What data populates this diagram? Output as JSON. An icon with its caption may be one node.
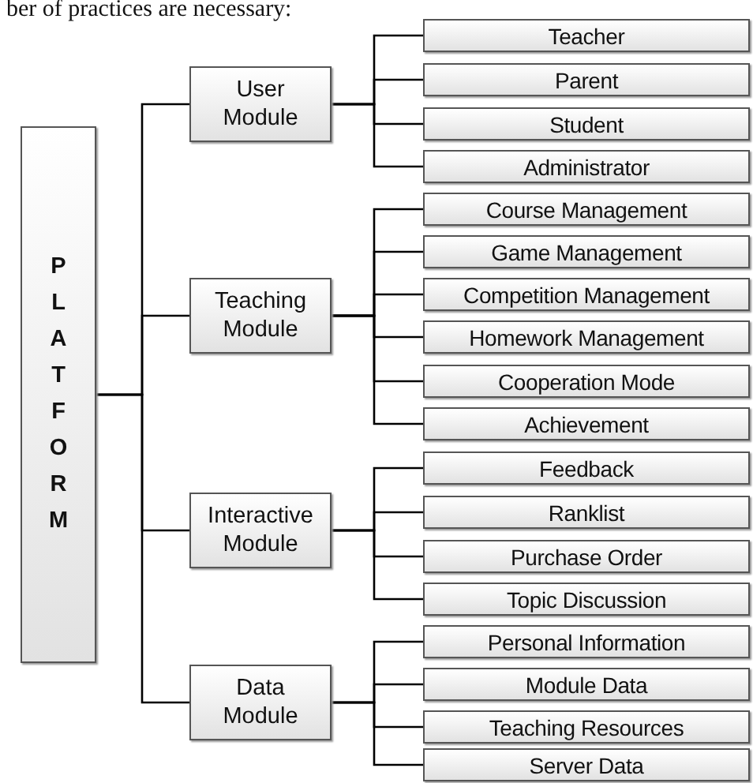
{
  "diagram": {
    "nodes": [
      {
        "text": [
          "PLATFORM"
        ]
      },
      {
        "text": [
          "User Module"
        ]
      },
      {
        "text": [
          "Teacher"
        ]
      },
      {
        "text": [
          "Parent"
        ]
      },
      {
        "text": [
          "Student"
        ]
      },
      {
        "text": [
          "Administrator"
        ]
      },
      {
        "text": [
          "Teaching Module"
        ]
      },
      {
        "text": [
          "Course Management"
        ]
      },
      {
        "text": [
          "Game Management"
        ]
      },
      {
        "text": [
          "Competition Management"
        ]
      },
      {
        "text": [
          "Homework Management"
        ]
      },
      {
        "text": [
          "Cooperation Mode"
        ]
      },
      {
        "text": [
          "Achievement"
        ]
      },
      {
        "text": [
          "Interactive Module"
        ]
      },
      {
        "text": [
          "Feedback"
        ]
      },
      {
        "text": [
          "Ranklist"
        ]
      },
      {
        "text": [
          "Purchase Order"
        ]
      },
      {
        "text": [
          "Topic Discussion"
        ]
      },
      {
        "text": [
          "Data Module"
        ]
      },
      {
        "text": [
          "Personal Information"
        ]
      },
      {
        "text": [
          "Module Data"
        ]
      },
      {
        "text": [
          "Teaching Resources"
        ]
      },
      {
        "text": [
          "Server Data"
        ]
      }
    ],
    "edges": [
      {
        "from": 0,
        "to": 1,
        "arrow": "none"
      },
      {
        "from": 0,
        "to": 6,
        "arrow": "none"
      },
      {
        "from": 0,
        "to": 13,
        "arrow": "none"
      },
      {
        "from": 0,
        "to": 18,
        "arrow": "none"
      },
      {
        "from": 1,
        "to": 2,
        "arrow": "none"
      },
      {
        "from": 1,
        "to": 3,
        "arrow": "none"
      },
      {
        "from": 1,
        "to": 4,
        "arrow": "none"
      },
      {
        "from": 1,
        "to": 5,
        "arrow": "none"
      },
      {
        "from": 6,
        "to": 7,
        "arrow": "none"
      },
      {
        "from": 6,
        "to": 8,
        "arrow": "none"
      },
      {
        "from": 6,
        "to": 9,
        "arrow": "none"
      },
      {
        "from": 6,
        "to": 10,
        "arrow": "none"
      },
      {
        "from": 6,
        "to": 11,
        "arrow": "none"
      },
      {
        "from": 6,
        "to": 12,
        "arrow": "none"
      },
      {
        "from": 13,
        "to": 14,
        "arrow": "none"
      },
      {
        "from": 13,
        "to": 15,
        "arrow": "none"
      },
      {
        "from": 13,
        "to": 16,
        "arrow": "none"
      },
      {
        "from": 13,
        "to": 17,
        "arrow": "none"
      },
      {
        "from": 18,
        "to": 19,
        "arrow": "none"
      },
      {
        "from": 18,
        "to": 20,
        "arrow": "none"
      },
      {
        "from": 18,
        "to": 21,
        "arrow": "none"
      },
      {
        "from": 18,
        "to": 22,
        "arrow": "none"
      }
    ],
    "labels": [
      "ber of practices are necessary:"
    ]
  }
}
